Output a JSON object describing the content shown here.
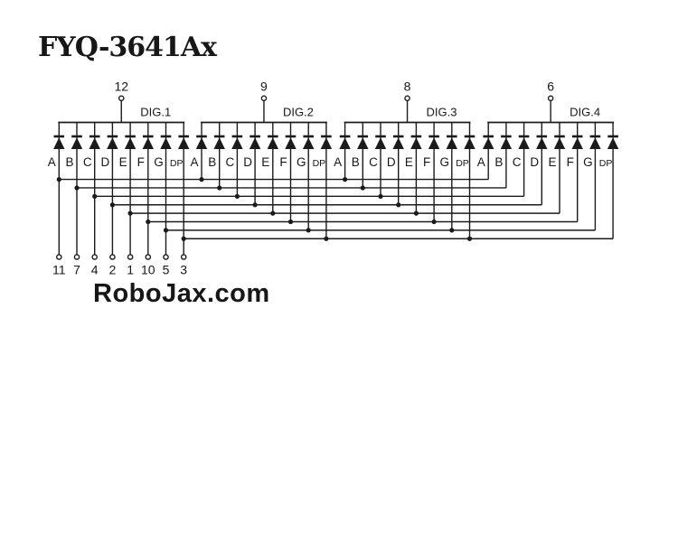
{
  "title": "FYQ-3641Ax",
  "watermark": "RoboJax.com",
  "colors": {
    "background": "#ffffff",
    "line": "#1b1b1b",
    "text": "#171717"
  },
  "schematic": {
    "segment_labels": [
      "A",
      "B",
      "C",
      "D",
      "E",
      "F",
      "G",
      "DP"
    ],
    "segment_pins": [
      "11",
      "7",
      "4",
      "2",
      "1",
      "10",
      "5",
      "3"
    ],
    "digits": [
      {
        "label": "DIG.1",
        "common_pin": "12"
      },
      {
        "label": "DIG.2",
        "common_pin": "9"
      },
      {
        "label": "DIG.3",
        "common_pin": "8"
      },
      {
        "label": "DIG.4",
        "common_pin": "6"
      }
    ]
  }
}
